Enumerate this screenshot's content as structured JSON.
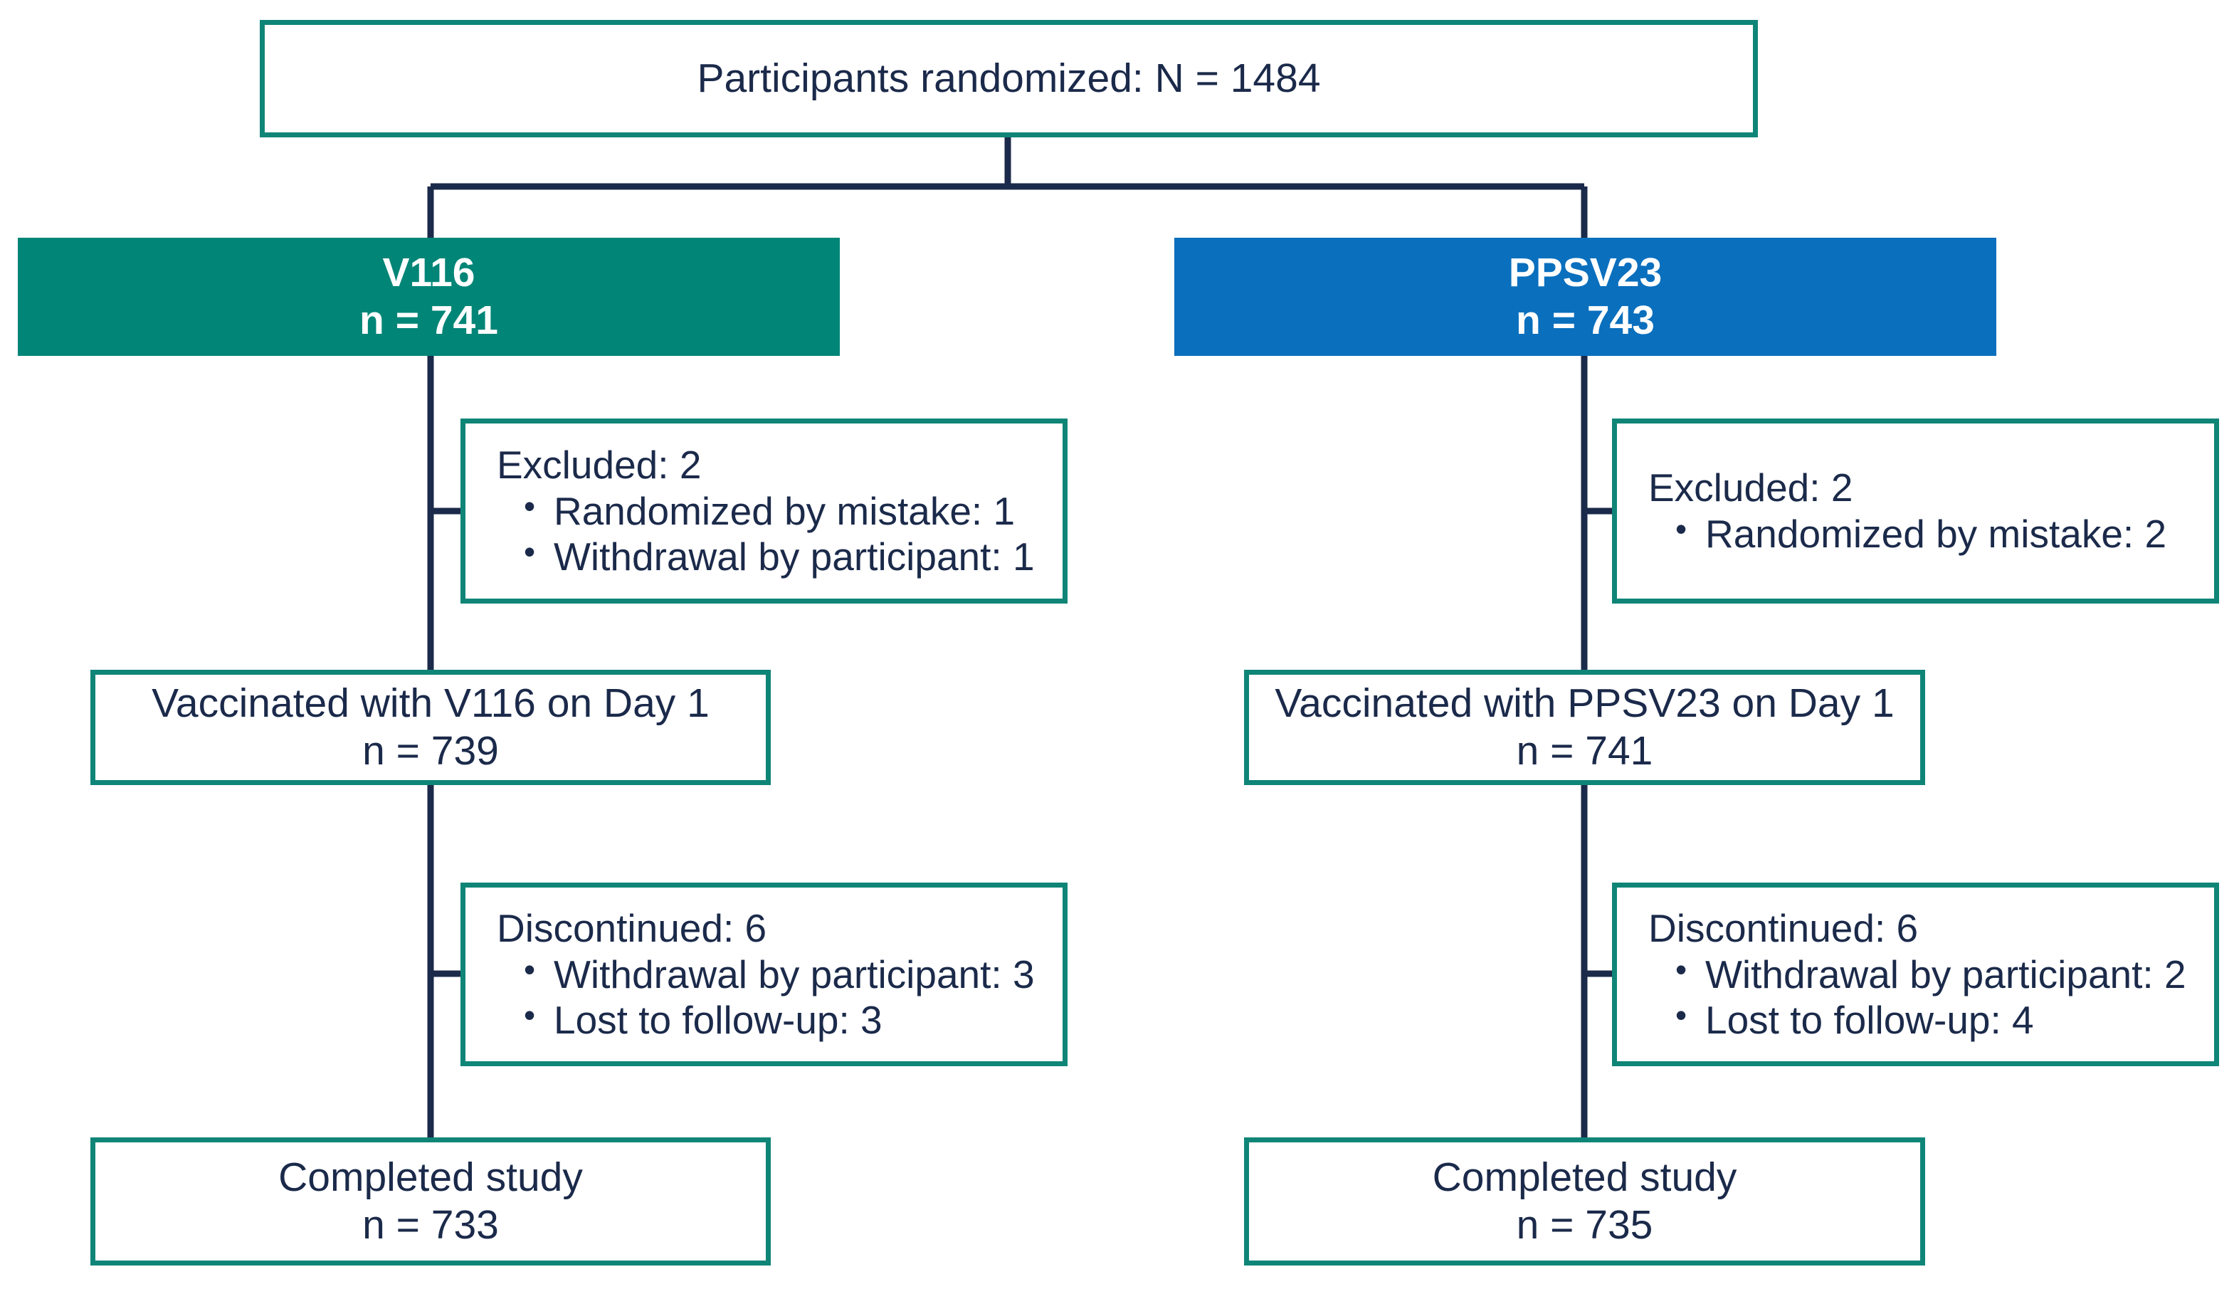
{
  "diagram": {
    "type": "consort-participant-flow",
    "colors": {
      "teal_fill": "#008577",
      "blue_fill": "#0a6fbd",
      "box_border": "#0f8577",
      "connector": "#1b2a4a",
      "text": "#1b2a4a",
      "inverse_text": "#ffffff"
    },
    "top": {
      "label": "Participants randomized: N = 1484"
    },
    "arms": [
      {
        "id": "v116",
        "header": {
          "name": "V116",
          "count": "n = 741"
        },
        "excluded": {
          "heading": "Excluded: 2",
          "items": [
            "Randomized by mistake: 1",
            "Withdrawal by participant: 1"
          ]
        },
        "vaccinated": {
          "label": "Vaccinated with V116 on Day 1",
          "count": "n = 739"
        },
        "discontinued": {
          "heading": "Discontinued: 6",
          "items": [
            "Withdrawal by participant: 3",
            "Lost to follow-up: 3"
          ]
        },
        "completed": {
          "label": "Completed study",
          "count": "n = 733"
        }
      },
      {
        "id": "ppsv23",
        "header": {
          "name": "PPSV23",
          "count": "n = 743"
        },
        "excluded": {
          "heading": "Excluded: 2",
          "items": [
            "Randomized by mistake: 2"
          ]
        },
        "vaccinated": {
          "label": "Vaccinated with PPSV23 on Day 1",
          "count": "n = 741"
        },
        "discontinued": {
          "heading": "Discontinued: 6",
          "items": [
            "Withdrawal by participant: 2",
            "Lost to follow-up: 4"
          ]
        },
        "completed": {
          "label": "Completed study",
          "count": "n = 735"
        }
      }
    ]
  }
}
